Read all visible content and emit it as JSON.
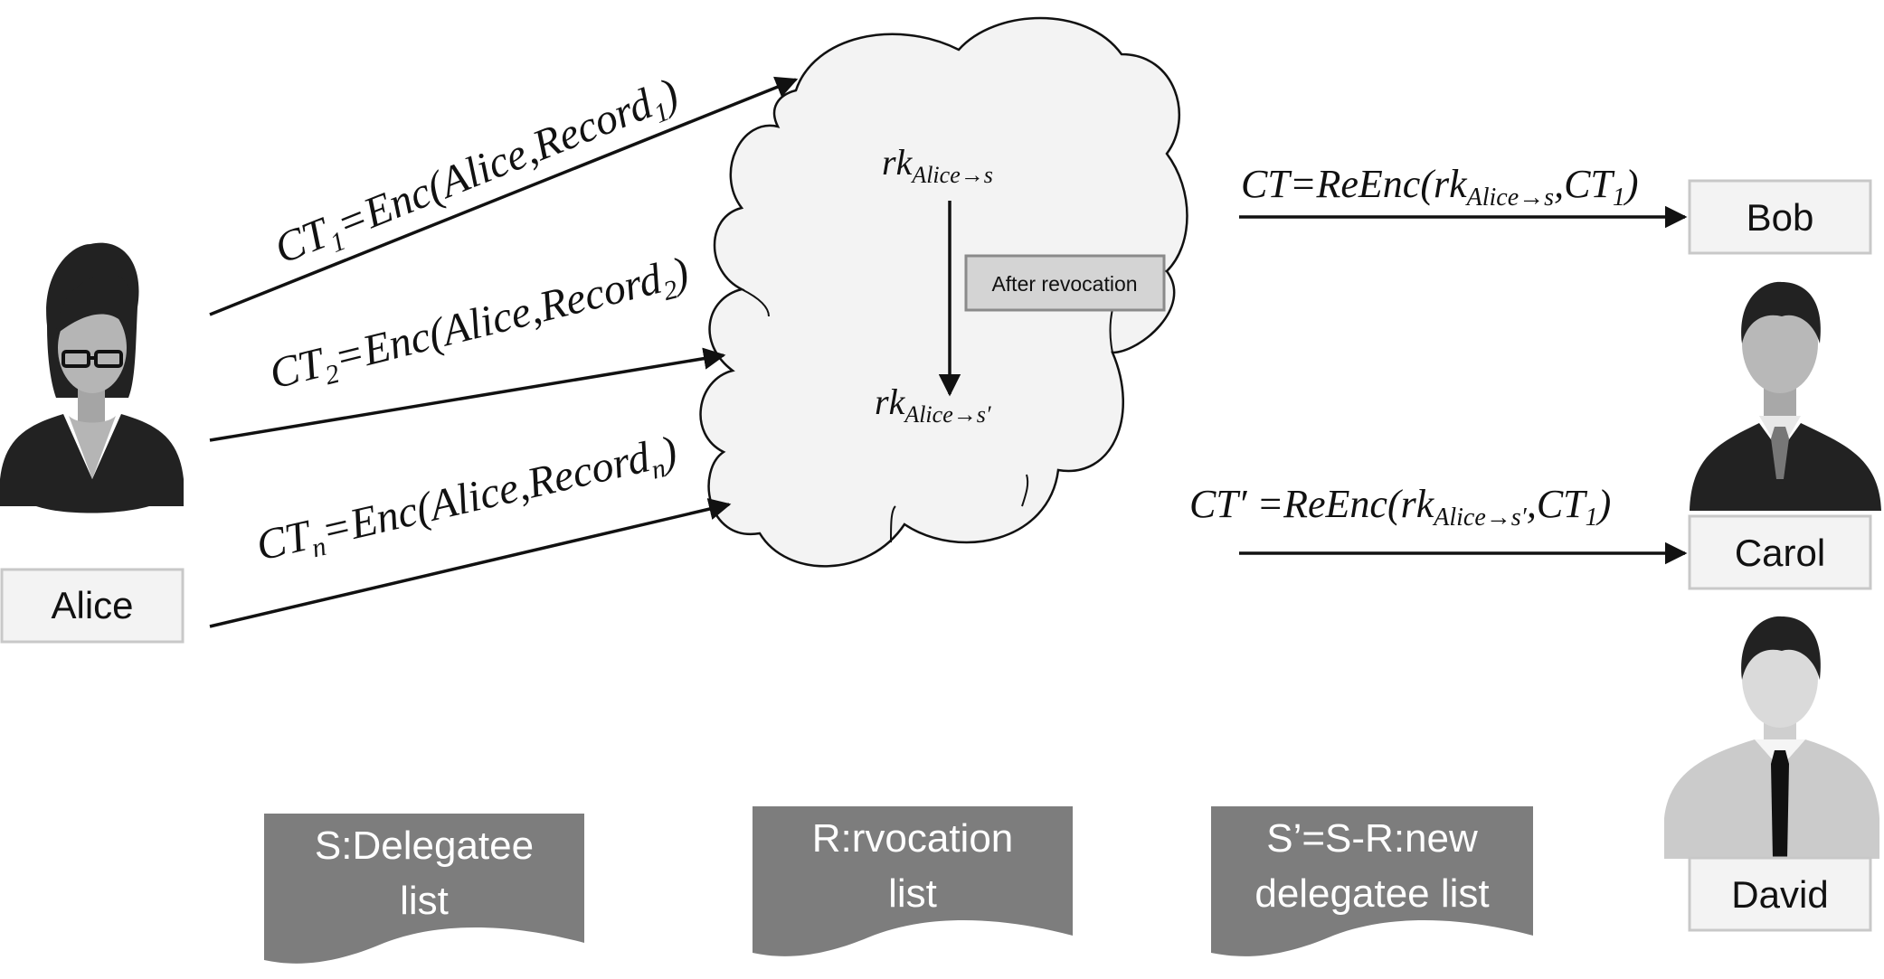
{
  "actors": {
    "alice": "Alice",
    "bob": "Bob",
    "carol": "Carol",
    "david": "David"
  },
  "ciphertexts": {
    "ct1": {
      "base": "CT",
      "sub": "1",
      "mid": "=Enc(Alice,Record",
      "sub2": "1",
      "end": ")"
    },
    "ct2": {
      "base": "CT",
      "sub": "2",
      "mid": "=Enc(Alice,Record",
      "sub2": "2",
      "end": ")"
    },
    "ctn": {
      "base": "CT",
      "sub": "n",
      "mid": "=Enc(Alice,Record",
      "sub2": "n",
      "end": ")"
    }
  },
  "cloud": {
    "rk_top": {
      "base": "rk",
      "sub": "Alice→s"
    },
    "rk_bottom": {
      "base": "rk",
      "sub": "Alice→s′"
    },
    "revocation_label": "After revocation"
  },
  "reencryptions": {
    "bob": {
      "prefix": "CT=ReEnc(rk",
      "sub": "Alice→s",
      "mid": ",CT",
      "sub2": "1",
      "end": ")"
    },
    "carol": {
      "prefix": "CT′ =ReEnc(rk",
      "sub": "Alice→s′",
      "mid": ",CT",
      "sub2": "1",
      "end": ")"
    }
  },
  "lists": {
    "delegatee": {
      "line1": "S:Delegatee",
      "line2": "list"
    },
    "revocation": {
      "line1": "R:rvocation",
      "line2": "list"
    },
    "new_delegatee": {
      "line1": "S’=S-R:new",
      "line2": "delegatee list"
    }
  }
}
